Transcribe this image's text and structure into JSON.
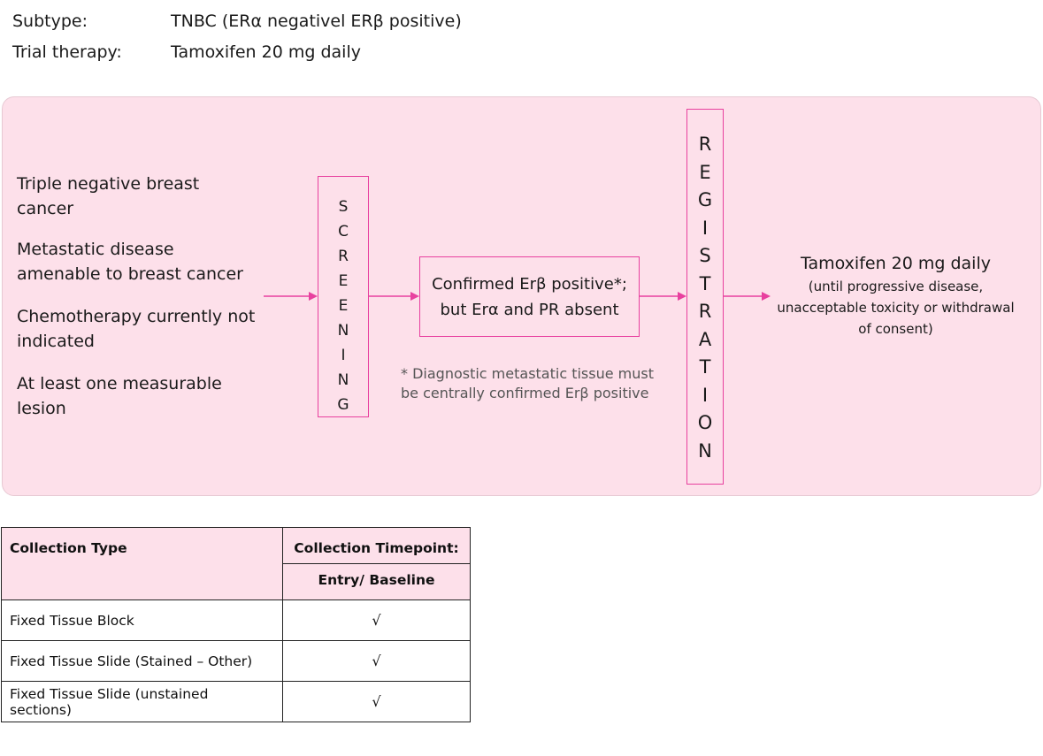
{
  "meta": {
    "subtype_label": "Subtype:",
    "subtype_value": "TNBC (ERα negativel ERβ positive)",
    "therapy_label": "Trial therapy:",
    "therapy_value": "Tamoxifen 20 mg daily"
  },
  "criteria": [
    [
      "Triple negative breast",
      "cancer"
    ],
    [
      "Metastatic disease",
      "amenable to breast cancer"
    ],
    [
      "Chemotherapy currently not",
      "indicated"
    ],
    [
      "At least one measurable",
      "lesion"
    ]
  ],
  "screening_letters": [
    "S",
    "C",
    "R",
    "E",
    "E",
    "N",
    "I",
    "N",
    "G"
  ],
  "confirm_lines": [
    "Confirmed Erβ positive*;",
    "but Erα and PR absent"
  ],
  "footnote_lines": [
    "* Diagnostic metastatic tissue must",
    "be centrally confirmed Erβ positive"
  ],
  "registration_letters": [
    "R",
    "E",
    "G",
    "I",
    "S",
    "T",
    "R",
    "A",
    "T",
    "I",
    "O",
    "N"
  ],
  "outcome": {
    "title": "Tamoxifen 20 mg daily",
    "detail": [
      "(until progressive disease,",
      "unacceptable toxicity or withdrawal",
      "of consent)"
    ]
  },
  "colors": {
    "accent": "#e8409f",
    "panel": "#fde0ea"
  },
  "table": {
    "col1_header": "Collection Type",
    "col2_header": [
      "Collection Timepoint:",
      "Entry/ Baseline"
    ],
    "rows": [
      {
        "type": "Fixed Tissue Block",
        "baseline": "√"
      },
      {
        "type": "Fixed Tissue Slide (Stained – Other)",
        "baseline": "√"
      },
      {
        "type": "Fixed Tissue Slide (unstained sections)",
        "baseline": "√"
      }
    ]
  }
}
